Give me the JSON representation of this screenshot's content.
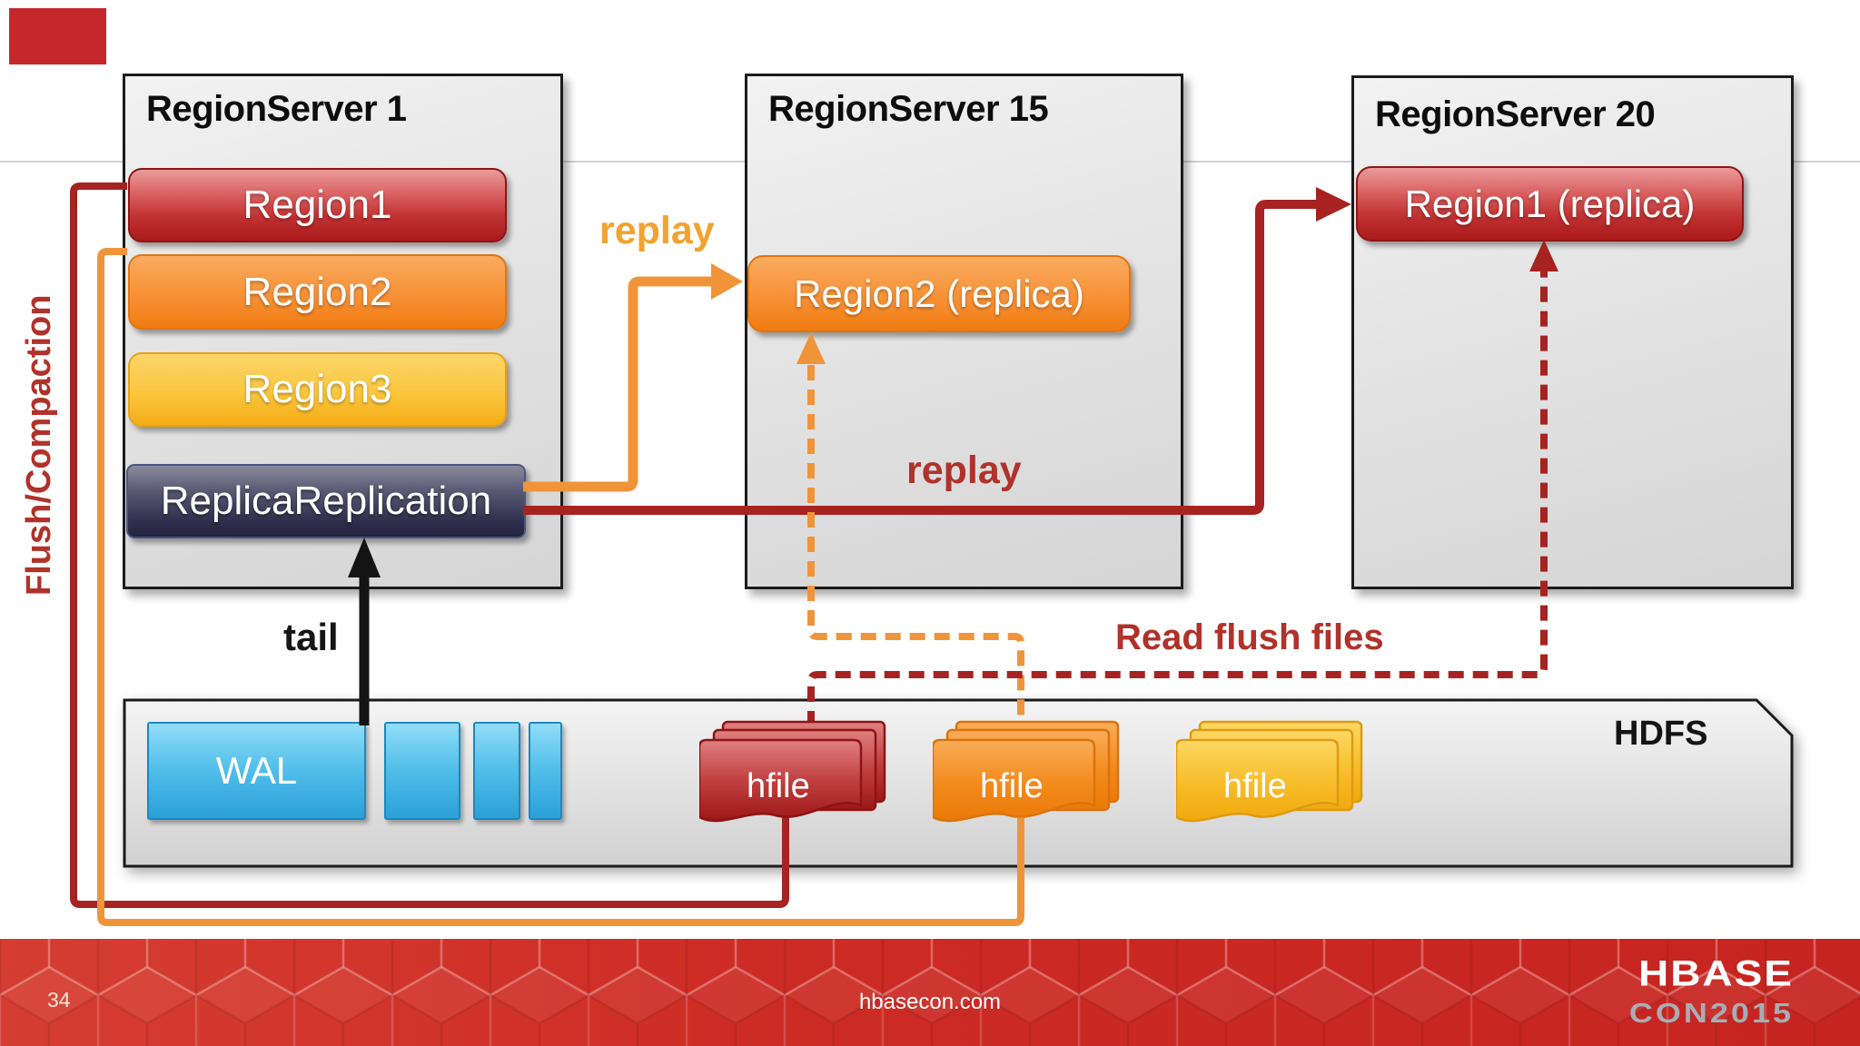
{
  "page": {
    "number": "34",
    "site": "hbasecon.com"
  },
  "logo": {
    "line1": "HBASE",
    "line2": "CON2015"
  },
  "servers": [
    {
      "title": "RegionServer 1"
    },
    {
      "title": "RegionServer 15"
    },
    {
      "title": "RegionServer 20"
    }
  ],
  "regions": {
    "r1": "Region1",
    "r2": "Region2",
    "r3": "Region3",
    "replica_replication": "ReplicaReplication",
    "r2_replica": "Region2 (replica)",
    "r1_replica": "Region1 (replica)"
  },
  "hdfs": {
    "label": "HDFS",
    "wal": "WAL",
    "hfiles": [
      "hfile",
      "hfile",
      "hfile"
    ]
  },
  "labels": {
    "replay_orange": "replay",
    "replay_red": "replay",
    "tail": "tail",
    "read_flush_files": "Read flush files",
    "flush_compaction": "Flush/Compaction"
  },
  "colors": {
    "accent_red": "#a62321",
    "accent_orange": "#f0943a",
    "text_red": "#b0322a",
    "footer_red": "#cc2a24",
    "wal_blue": "#2aa0d8"
  }
}
